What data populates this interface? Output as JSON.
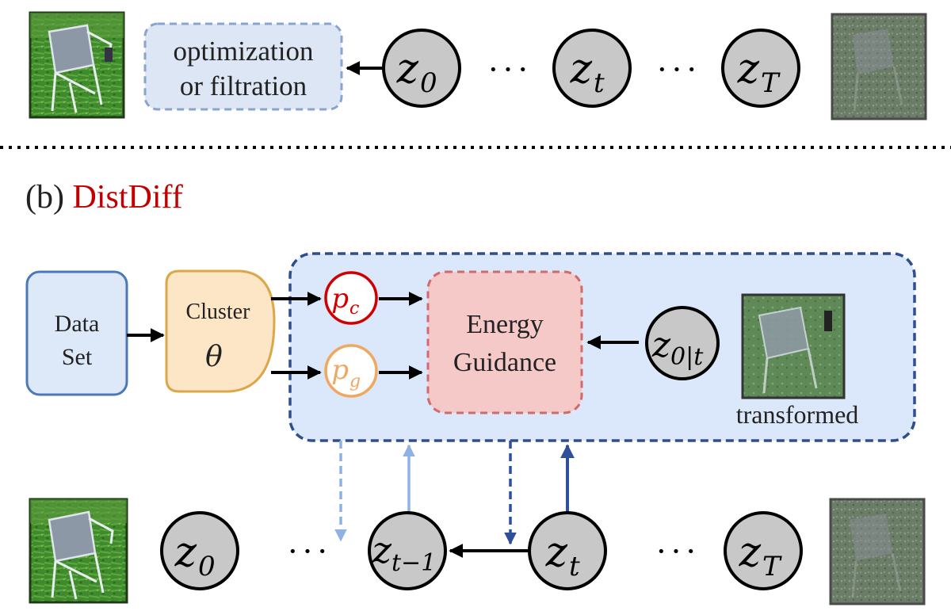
{
  "top": {
    "box_line1": "optimization",
    "box_line2": "or filtration",
    "nodes": [
      {
        "base": "z",
        "sub": "0"
      },
      {
        "base": "z",
        "sub": "t"
      },
      {
        "base": "z",
        "sub": "T"
      }
    ],
    "dots": "· · ·"
  },
  "section_b": {
    "prefix": "(b) ",
    "name": "DistDiff",
    "name_color": "#c00000"
  },
  "guidance": {
    "dataset_line1": "Data",
    "dataset_line2": "Set",
    "cluster_label": "Cluster",
    "cluster_symbol": "θ",
    "pc": {
      "base": "p",
      "sub": "c",
      "color": "#d00000"
    },
    "pg": {
      "base": "p",
      "sub": "g",
      "color": "#f0a860"
    },
    "energy_line1": "Energy",
    "energy_line2": "Guidance",
    "z0t": {
      "base": "z",
      "sub": "0|t"
    },
    "transformed_label": "transformed"
  },
  "bottom": {
    "nodes": [
      {
        "base": "z",
        "sub": "0"
      },
      {
        "base": "z",
        "sub": "t−1"
      },
      {
        "base": "z",
        "sub": "t"
      },
      {
        "base": "z",
        "sub": "T"
      }
    ],
    "dots": "· · ·"
  },
  "colors": {
    "node_fill": "#c8c8c8",
    "region_fill": "#dbe8fb",
    "region_stroke": "#2e4e8c",
    "dataset_fill": "#dde9f8",
    "dataset_stroke": "#4a78b8",
    "cluster_fill": "#fde6c6",
    "cluster_stroke": "#dca748",
    "energy_fill": "#f6c9c9",
    "energy_stroke": "#d06b6b",
    "topbox_fill": "#dde6f5",
    "topbox_stroke": "#8aa4cf"
  },
  "icons": [
    "chair-clean-image-icon",
    "chair-noisy-image-icon",
    "chair-transformed-image-icon"
  ]
}
